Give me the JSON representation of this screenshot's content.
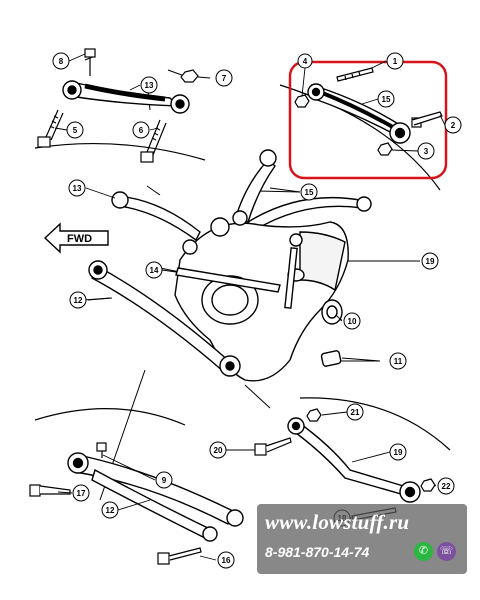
{
  "callouts": {
    "c8": "8",
    "c7": "7",
    "c13a": "13",
    "c5": "5",
    "c6": "6",
    "c4": "4",
    "c1": "1",
    "c15a": "15",
    "c2": "2",
    "c3": "3",
    "c13b": "13",
    "c15b": "15",
    "c14": "14",
    "c19a": "19",
    "c12a": "12",
    "c10": "10",
    "c11": "11",
    "c21": "21",
    "c20": "20",
    "c19b": "19",
    "c9": "9",
    "c17": "17",
    "c12b": "12",
    "c22": "22",
    "c18": "18",
    "c16": "16"
  },
  "direction_label": "FWD",
  "highlight_color": "#d7141c",
  "watermark": {
    "site": "www.lowstuff.ru",
    "phone": "8-981-870-14-74",
    "icons": [
      "whatsapp-icon",
      "viber-icon"
    ]
  }
}
